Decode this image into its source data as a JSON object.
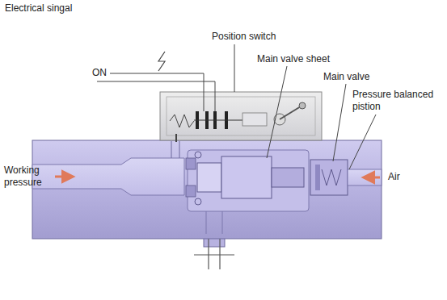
{
  "diagram": {
    "labels": [
      "Electrical singal",
      "ON",
      "Position switch",
      "Main valve sheet",
      "Main valve",
      "Pressure balanced pistion",
      "Working pressure",
      "Air"
    ]
  }
}
